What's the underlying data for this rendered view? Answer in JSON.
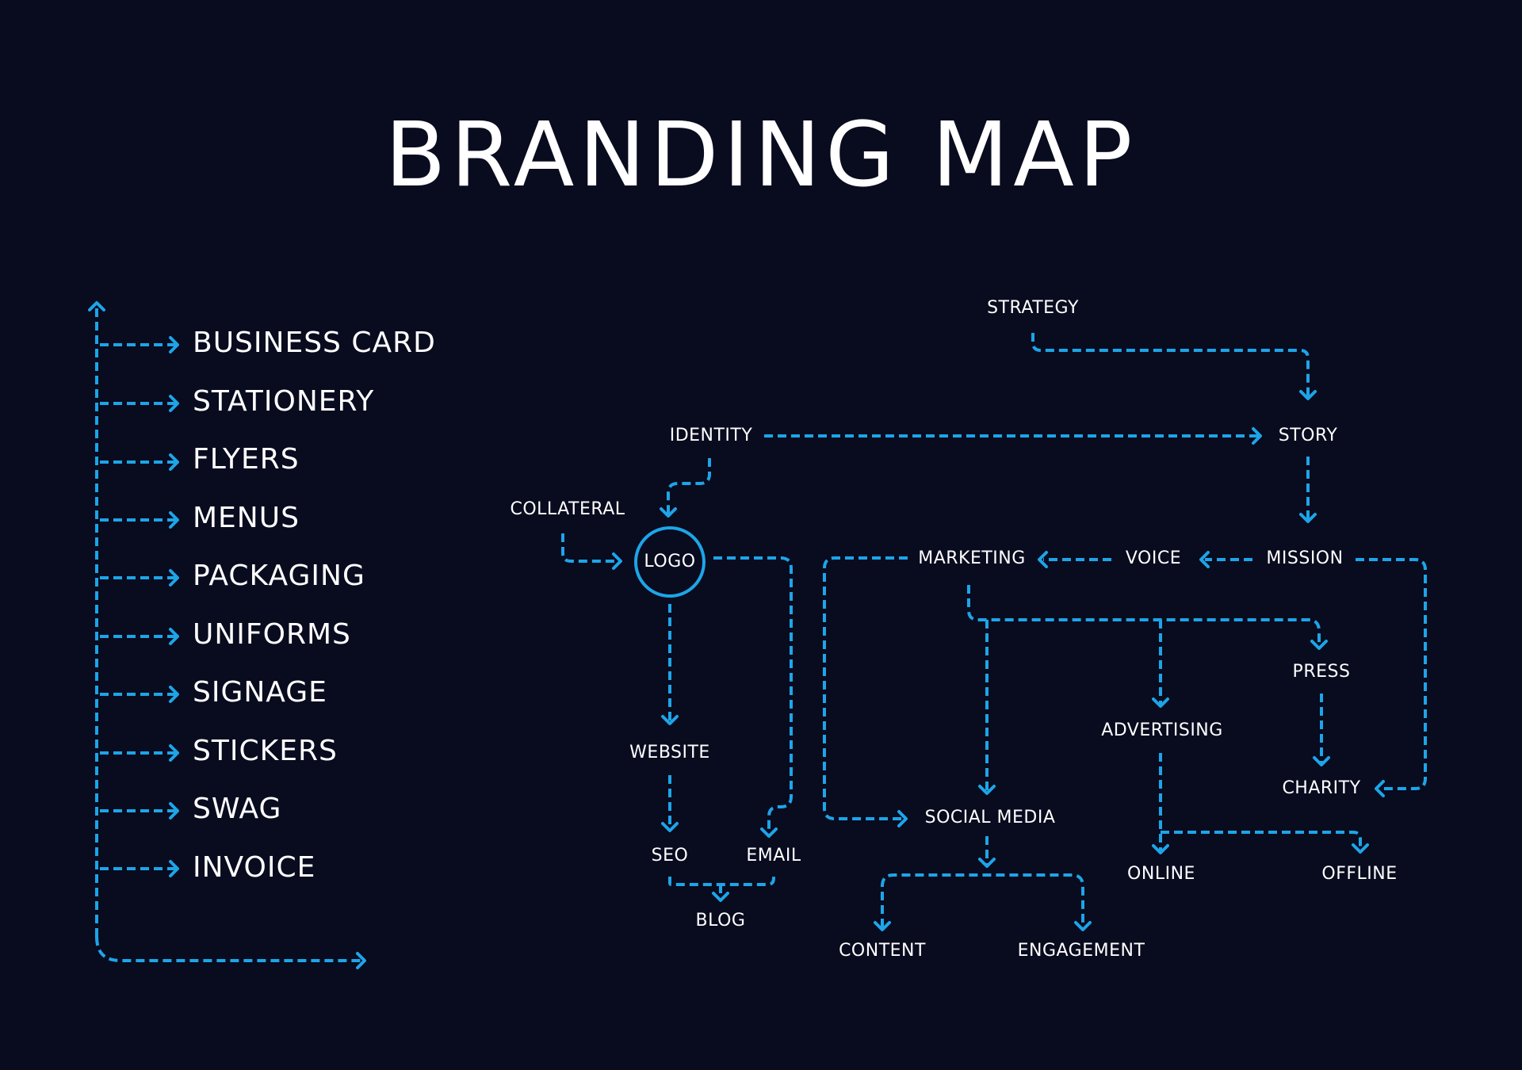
{
  "title": "BRANDING MAP",
  "colors": {
    "background": "#090b1f",
    "accent": "#1da5e8",
    "text": "#ffffff"
  },
  "collateral_list": [
    "BUSINESS CARD",
    "STATIONERY",
    "FLYERS",
    "MENUS",
    "PACKAGING",
    "UNIFORMS",
    "SIGNAGE",
    "STICKERS",
    "SWAG",
    "INVOICE"
  ],
  "nodes": {
    "strategy": "STRATEGY",
    "identity": "IDENTITY",
    "story": "STORY",
    "collateral": "COLLATERAL",
    "logo": "LOGO",
    "marketing": "MARKETING",
    "voice": "VOICE",
    "mission": "MISSION",
    "press": "PRESS",
    "advertising": "ADVERTISING",
    "website": "WEBSITE",
    "charity": "CHARITY",
    "social_media": "SOCIAL MEDIA",
    "seo": "SEO",
    "email": "EMAIL",
    "online": "ONLINE",
    "offline": "OFFLINE",
    "blog": "BLOG",
    "content": "CONTENT",
    "engagement": "ENGAGEMENT"
  }
}
